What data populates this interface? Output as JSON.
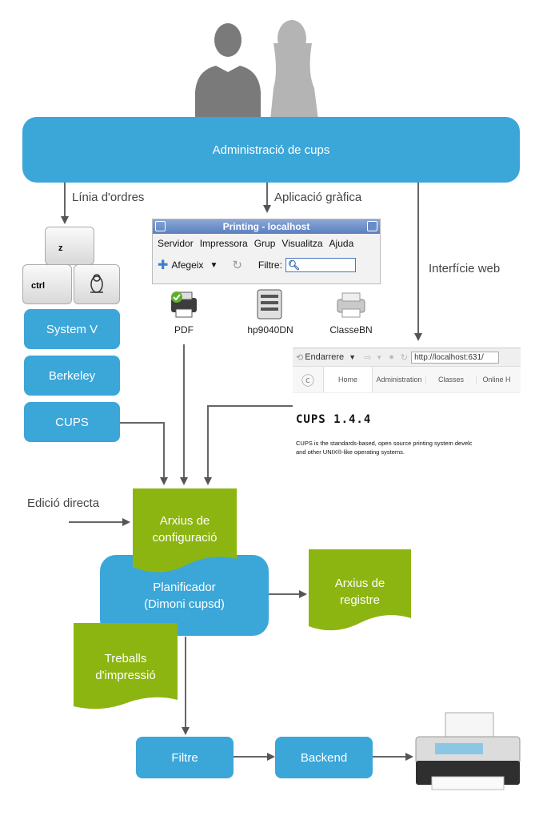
{
  "top": {
    "title": "Administració de cups"
  },
  "labels": {
    "cli": "Línia d'ordres",
    "gui": "Aplicació gràfica",
    "web": "Interfície web",
    "direct": "Edició directa"
  },
  "keys": {
    "z": "z",
    "ctrl": "ctrl"
  },
  "left_boxes": [
    "System V",
    "Berkeley",
    "CUPS"
  ],
  "gui_window": {
    "title": "Printing - localhost",
    "menu": [
      "Servidor",
      "Impressora",
      "Grup",
      "Visualitza",
      "Ajuda"
    ],
    "add": "Afegeix",
    "filter": "Filtre:",
    "printers": [
      "PDF",
      "hp9040DN",
      "ClasseBN"
    ]
  },
  "web_ui": {
    "back": "Endarrere",
    "url": "http://localhost:631/",
    "tabs": [
      "Home",
      "Administration",
      "Classes",
      "Online H"
    ],
    "heading": "CUPS 1.4.4",
    "desc1": "CUPS is the standards-based, open source printing system develc",
    "desc2": "and other UNIX®-like operating systems."
  },
  "config": "Arxius de configuració",
  "config_l1": "Arxius de",
  "config_l2": "configuració",
  "scheduler_l1": "Planificador",
  "scheduler_l2": "(Dimoni cupsd)",
  "log_l1": "Arxius de",
  "log_l2": "registre",
  "jobs_l1": "Treballs",
  "jobs_l2": "d'impressió",
  "filter_box": "Filtre",
  "backend_box": "Backend",
  "colors": {
    "blue": "#3ba6d8",
    "green": "#8db511",
    "arrow": "#555555",
    "silhouette": "#7a7a7a"
  }
}
